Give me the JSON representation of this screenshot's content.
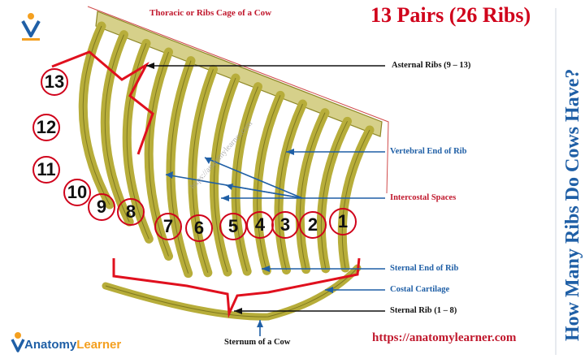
{
  "header": {
    "title": "13 Pairs (26 Ribs)",
    "cage_title": "Thoracic or Ribs Cage of a Cow",
    "side_title": "How Many Ribs Do Cows Have?"
  },
  "labels": {
    "asternal": "Asternal Ribs (9 – 13)",
    "vertebral_end": "Vertebral End of Rib",
    "intercostal": "Intercostal Spaces",
    "sternal_end": "Sternal End of Rib",
    "costal_cartilage": "Costal Cartilage",
    "sternal_rib": "Sternal Rib (1 – 8)",
    "sternum": "Sternum of a Cow"
  },
  "rib_numbers": [
    "1",
    "2",
    "3",
    "4",
    "5",
    "6",
    "7",
    "8",
    "9",
    "10",
    "11",
    "12",
    "13"
  ],
  "footer": {
    "url": "https://anatomylearner.com",
    "logo_main": "Anatomy",
    "logo_accent": "Learner"
  },
  "watermark": "https://anatomylearner.com",
  "icons": {
    "logo": "anatomy-learner-logo-icon",
    "mini_logo": "anatomy-learner-mini-logo-icon"
  },
  "colors": {
    "title_red": "#d0021b",
    "bone": "#b7ad3a",
    "pointer_blue": "#1f5fa6",
    "outline_red": "#e0101e"
  }
}
